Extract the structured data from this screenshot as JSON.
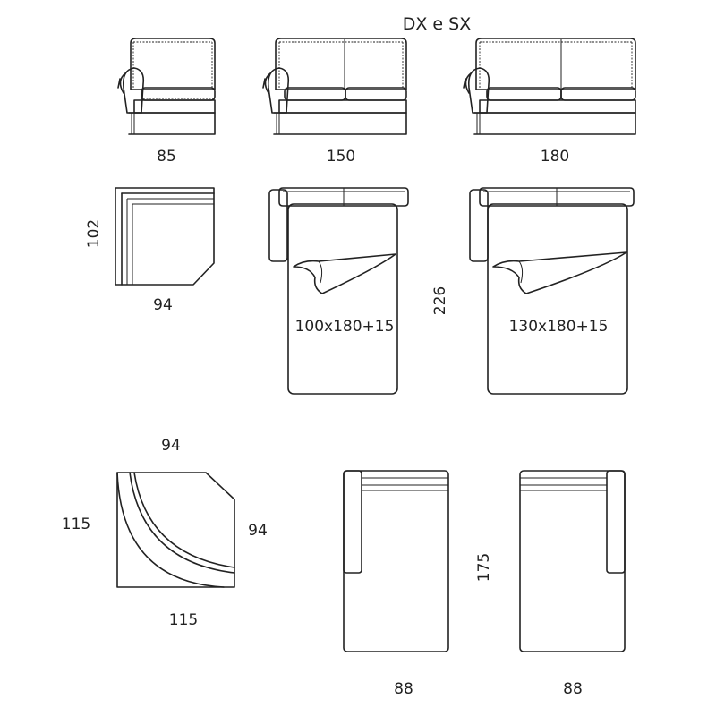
{
  "header": {
    "title": "DX e SX"
  },
  "modules": {
    "sofa_small": {
      "width_label": "85"
    },
    "sofa_medium": {
      "width_label": "150"
    },
    "sofa_large": {
      "width_label": "180"
    },
    "corner_square": {
      "height_label": "102",
      "width_label": "94"
    },
    "bed_small": {
      "mattress_label": "100x180+15"
    },
    "bed_large": {
      "mattress_label": "130x180+15"
    },
    "bed_depth_label": "226",
    "corner_round": {
      "top_label": "94",
      "left_label": "115",
      "right_label": "94",
      "bottom_label": "115"
    },
    "chaise_depth_label": "175",
    "chaise_left": {
      "width_label": "88"
    },
    "chaise_right": {
      "width_label": "88"
    }
  },
  "colors": {
    "line": "#222222",
    "background": "#ffffff"
  }
}
